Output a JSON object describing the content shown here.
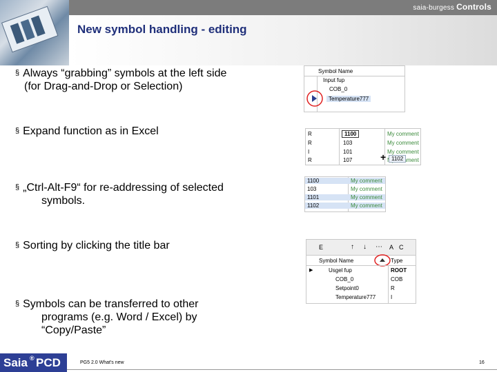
{
  "header": {
    "brand_light": "saia-burgess",
    "brand_bold": "Controls",
    "title": "New symbol handling - editing"
  },
  "bullets": [
    {
      "marker": "§",
      "lines": [
        "Always “grabbing” symbols at the left side",
        "(for Drag-and-Drop or Selection)"
      ]
    },
    {
      "marker": "§",
      "lines": [
        "Expand function as in Excel"
      ]
    },
    {
      "marker": "§",
      "lines": [
        "„Ctrl-Alt-F9“ for re-addressing of selected",
        "symbols."
      ]
    },
    {
      "marker": "§",
      "lines": [
        "Sorting by clicking the title bar"
      ]
    },
    {
      "marker": "§",
      "lines": [
        "Symbols can be transferred to other",
        "programs (e.g. Word / Excel) by",
        "“Copy/Paste”"
      ]
    }
  ],
  "thumb1": {
    "header": "Symbol Name",
    "rows": [
      "Input fup",
      "COB_0",
      "Temperature777"
    ],
    "highlight_color": "#e02020"
  },
  "thumb2": {
    "rows": [
      {
        "type": "R",
        "addr": "1100",
        "comment": "My comment"
      },
      {
        "type": "R",
        "addr": "103",
        "comment": "My comment"
      },
      {
        "type": "I",
        "addr": "101",
        "comment": "My comment"
      },
      {
        "type": "R",
        "addr": "107",
        "comment": "My comment"
      }
    ],
    "tooltip": "1102"
  },
  "thumb3": {
    "rows": [
      {
        "addr": "1100",
        "comment": "My comment"
      },
      {
        "addr": "103",
        "comment": "My comment"
      },
      {
        "addr": "1101",
        "comment": "My comment"
      },
      {
        "addr": "1102",
        "comment": "My comment"
      }
    ]
  },
  "thumb4": {
    "toolbar": [
      "E",
      "A",
      "C"
    ],
    "col_name": "Symbol Name",
    "col_type": "Type",
    "rows": [
      {
        "name": "Usgel fup",
        "type": "ROOT"
      },
      {
        "name": "COB_0",
        "type": "COB"
      },
      {
        "name": "Setpoint0",
        "type": "R"
      },
      {
        "name": "Temperature777",
        "type": "I"
      }
    ]
  },
  "footer": {
    "logo_left": "Saia",
    "logo_mark": "®",
    "logo_right": "PCD",
    "text": "PG5 2.0 What's new",
    "page": "16"
  },
  "colors": {
    "title": "#1f2f7a",
    "logo_bg": "#2d3f95",
    "accent_red": "#e02020"
  }
}
